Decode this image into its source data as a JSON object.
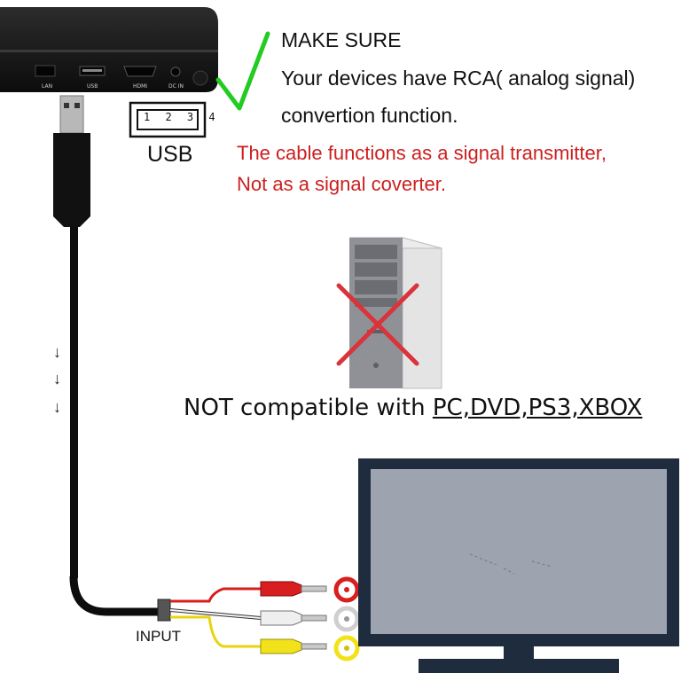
{
  "notes": {
    "make_sure": "MAKE SURE",
    "line2": "Your devices have RCA( analog signal)",
    "line3": "convertion function.",
    "usb": "USB",
    "warning1": "The cable functions as a signal transmitter,",
    "warning2": "Not as a signal coverter."
  },
  "compat": {
    "prefix": "NOT compatible with ",
    "devices": "PC,DVD,PS3,XBOX"
  },
  "box": {
    "ports": [
      "LAN",
      "USB",
      "HDMI",
      "DC IN"
    ]
  },
  "usb_pins": "1 2 3 4",
  "input_label": "INPUT",
  "arrows": [
    "↓",
    "↓",
    "↓"
  ],
  "colors": {
    "check": "#22cc22",
    "warning": "#cc1f1f",
    "cross": "#d9343a",
    "rca_red": "#d81e1e",
    "rca_white": "#e8e8e8",
    "rca_yellow": "#f2e21b",
    "tv_frame": "#1f2c3e",
    "tv_screen": "#9ea3b0"
  },
  "icons": [
    "check-icon",
    "cross-icon",
    "usb-port-icon",
    "computer-tower-icon",
    "tv-icon",
    "android-box-icon"
  ]
}
